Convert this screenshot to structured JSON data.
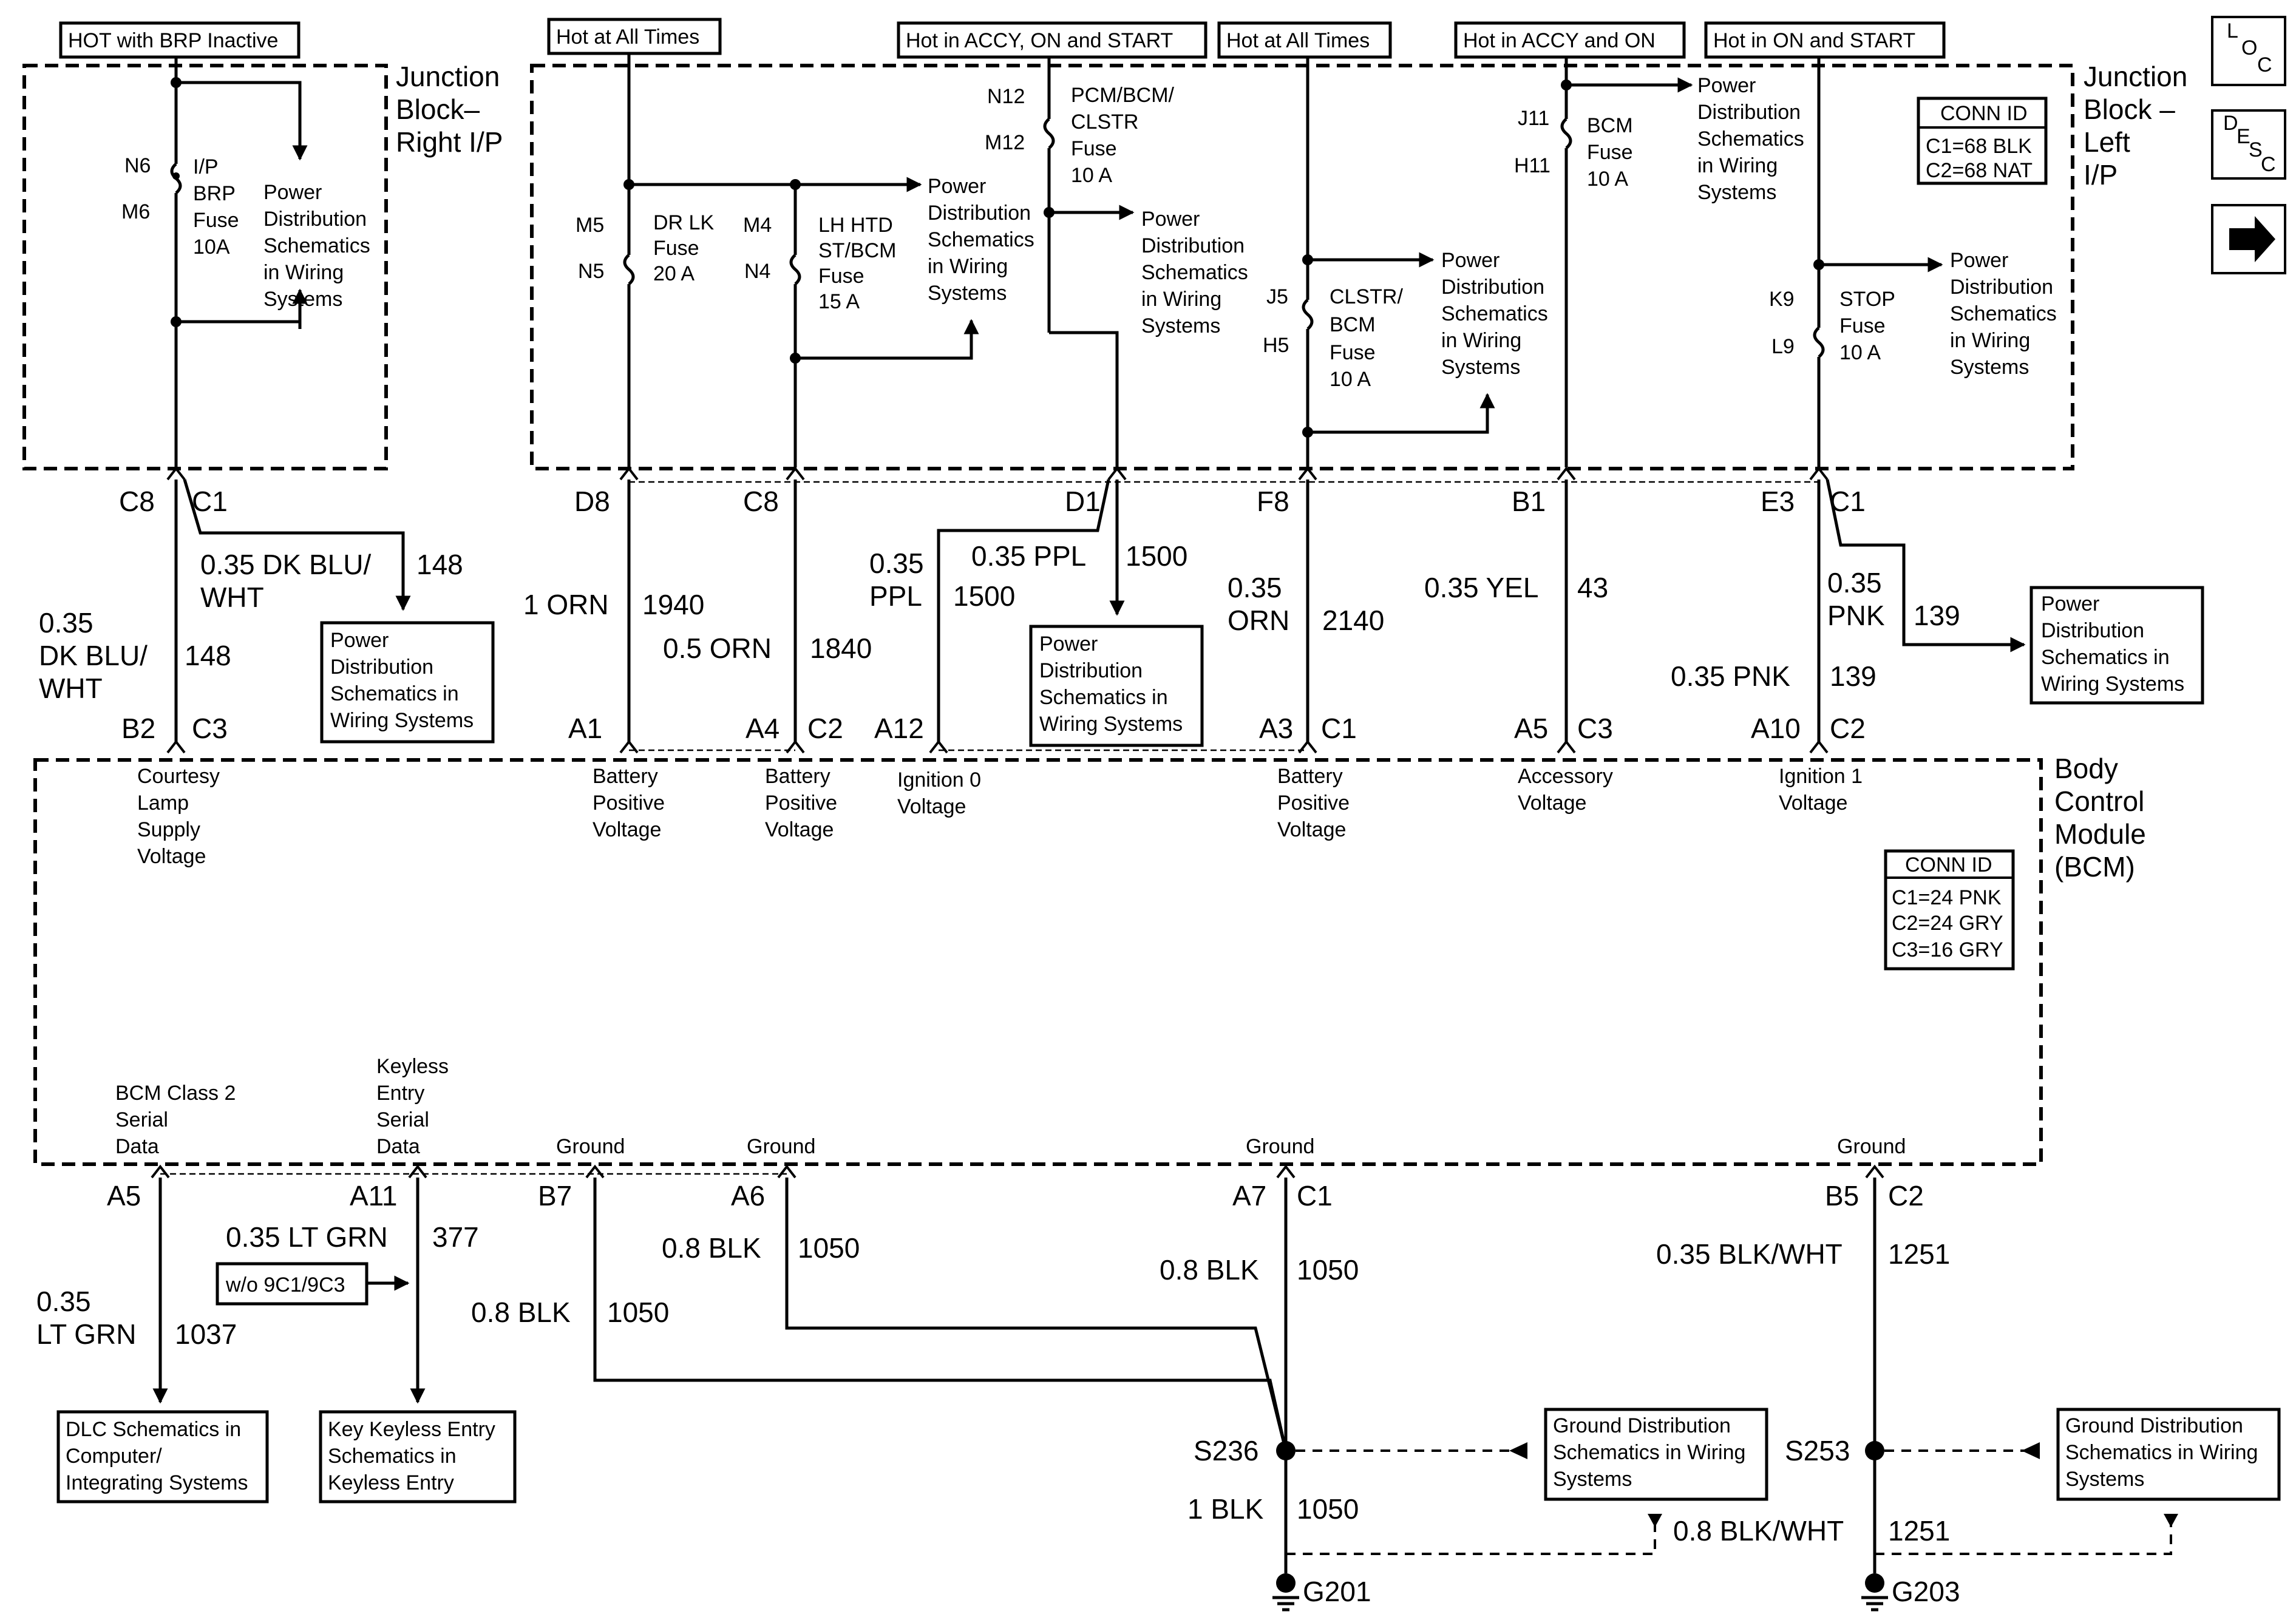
{
  "power_headers": {
    "brp": "HOT with BRP Inactive",
    "hot_all_1": "Hot at All Times",
    "accy_on_start": "Hot in ACCY, ON and START",
    "hot_all_2": "Hot at All Times",
    "accy_on": "Hot in ACCY and ON",
    "on_start": "Hot in ON and START"
  },
  "nav_buttons": {
    "loc": [
      "L",
      "O",
      "C"
    ],
    "desc": [
      "D",
      "E",
      "S",
      "C"
    ],
    "next_icon": "right-arrow-icon"
  },
  "junction_right": {
    "title": [
      "Junction",
      "Block–",
      "Right I/P"
    ],
    "fuse_pins": [
      "N6",
      "M6"
    ],
    "fuse_name": [
      "I/P",
      "BRP",
      "Fuse",
      "10A"
    ],
    "power_ref": [
      "Power",
      "Distribution",
      "Schematics",
      "in Wiring",
      "Systems"
    ]
  },
  "junction_left": {
    "title": [
      "Junction",
      "Block –",
      "Left",
      "I/P"
    ],
    "conn_id_title": "CONN ID",
    "conn_id": [
      "C1=68 BLK",
      "C2=68 NAT"
    ]
  },
  "fuses": {
    "dr_lk": {
      "pins": [
        "M5",
        "N5"
      ],
      "name": [
        "DR LK",
        "Fuse",
        "20 A"
      ]
    },
    "lh_htd": {
      "pins": [
        "M4",
        "N4"
      ],
      "name": [
        "LH HTD",
        "ST/BCM",
        "Fuse",
        "15 A"
      ]
    },
    "pcm_bcm": {
      "pins": [
        "N12",
        "M12"
      ],
      "name": [
        "PCM/BCM/",
        "CLSTR",
        "Fuse",
        "10 A"
      ]
    },
    "clstr": {
      "pins": [
        "J5",
        "H5"
      ],
      "name": [
        "CLSTR/",
        "BCM",
        "Fuse",
        "10 A"
      ]
    },
    "bcm": {
      "pins": [
        "J11",
        "H11"
      ],
      "name": [
        "BCM",
        "Fuse",
        "10 A"
      ]
    },
    "stop": {
      "pins": [
        "K9",
        "L9"
      ],
      "name": [
        "STOP",
        "Fuse",
        "10 A"
      ]
    }
  },
  "power_dist_ref": [
    "Power",
    "Distribution",
    "Schematics",
    "in Wiring",
    "Systems"
  ],
  "power_dist_box": [
    "Power",
    "Distribution",
    "Schematics in",
    "Wiring Systems"
  ],
  "junction_pins": {
    "c8_c1": [
      "C8",
      "C1"
    ],
    "d8": "D8",
    "c8": "C8",
    "d1": "D1",
    "f8": "F8",
    "b1": "B1",
    "e3_c1": [
      "E3",
      "C1"
    ]
  },
  "wires_upper": {
    "brp_branch": {
      "gauge": [
        "0.35 DK BLU/",
        "WHT"
      ],
      "circuit": "148"
    },
    "brp_main": {
      "gauge": [
        "0.35",
        "DK BLU/",
        "WHT"
      ],
      "circuit": "148"
    },
    "orn_1940": {
      "gauge": "1 ORN",
      "circuit": "1940"
    },
    "orn_1840": {
      "gauge": "0.5 ORN",
      "circuit": "1840"
    },
    "ppl_branch": {
      "gauge": "0.35 PPL",
      "circuit": "1500"
    },
    "ppl_main": {
      "gauge": [
        "0.35",
        "PPL"
      ],
      "circuit": "1500"
    },
    "orn_2140": {
      "gauge": [
        "0.35",
        "ORN"
      ],
      "circuit": "2140"
    },
    "yel_43": {
      "gauge": "0.35 YEL",
      "circuit": "43"
    },
    "pnk_branch": {
      "gauge": [
        "0.35",
        "PNK"
      ],
      "circuit": "139"
    },
    "pnk_main": {
      "gauge": "0.35 PNK",
      "circuit": "139"
    }
  },
  "bcm_top_pins": {
    "b2_c3": [
      "B2",
      "C3"
    ],
    "a1": "A1",
    "a4_c2": [
      "A4",
      "C2"
    ],
    "a12": "A12",
    "a3_c1": [
      "A3",
      "C1"
    ],
    "a5_c3": [
      "A5",
      "C3"
    ],
    "a10_c2": [
      "A10",
      "C2"
    ]
  },
  "bcm_inputs": {
    "courtesy": [
      "Courtesy",
      "Lamp",
      "Supply",
      "Voltage"
    ],
    "batt1": [
      "Battery",
      "Positive",
      "Voltage"
    ],
    "batt2": [
      "Battery",
      "Positive",
      "Voltage"
    ],
    "ign0": [
      "Ignition 0",
      "Voltage"
    ],
    "batt3": [
      "Battery",
      "Positive",
      "Voltage"
    ],
    "accy": [
      "Accessory",
      "Voltage"
    ],
    "ign1": [
      "Ignition 1",
      "Voltage"
    ]
  },
  "bcm": {
    "title": [
      "Body",
      "Control",
      "Module",
      "(BCM)"
    ],
    "conn_id_title": "CONN ID",
    "conn_id": [
      "C1=24 PNK",
      "C2=24 GRY",
      "C3=16 GRY"
    ]
  },
  "bcm_outputs": {
    "class2": [
      "BCM Class 2",
      "Serial",
      "Data"
    ],
    "keyless": [
      "Keyless",
      "Entry",
      "Serial",
      "Data"
    ],
    "gnd1": "Ground",
    "gnd2": "Ground",
    "gnd3": "Ground",
    "gnd4": "Ground"
  },
  "bcm_bottom_pins": {
    "a5": "A5",
    "a11": "A11",
    "b7": "B7",
    "a6": "A6",
    "a7_c1": [
      "A7",
      "C1"
    ],
    "b5_c2": [
      "B5",
      "C2"
    ]
  },
  "wires_lower": {
    "ltgrn_1037": {
      "gauge": [
        "0.35",
        "LT GRN"
      ],
      "circuit": "1037"
    },
    "ltgrn_377": {
      "gauge": "0.35 LT GRN",
      "circuit": "377"
    },
    "option_note": "w/o 9C1/9C3",
    "blk_b7": {
      "gauge": "0.8 BLK",
      "circuit": "1050"
    },
    "blk_a6": {
      "gauge": "0.8 BLK",
      "circuit": "1050"
    },
    "blk_a7": {
      "gauge": "0.8 BLK",
      "circuit": "1050"
    },
    "blkwht_b5": {
      "gauge": "0.35 BLK/WHT",
      "circuit": "1251"
    },
    "blk_g201": {
      "gauge": "1 BLK",
      "circuit": "1050"
    },
    "blkwht_g203": {
      "gauge": "0.8 BLK/WHT",
      "circuit": "1251"
    }
  },
  "destinations": {
    "dlc": [
      "DLC Schematics in",
      "Computer/",
      "Integrating Systems"
    ],
    "keyless": [
      "Key Keyless Entry",
      "Schematics in",
      "Keyless Entry"
    ],
    "gnd_dist_1": [
      "Ground Distribution",
      "Schematics in Wiring",
      "Systems"
    ],
    "gnd_dist_2": [
      "Ground Distribution",
      "Schematics in Wiring",
      "Systems"
    ]
  },
  "splices": {
    "s236": "S236",
    "s253": "S253"
  },
  "grounds": {
    "g201": "G201",
    "g203": "G203"
  }
}
